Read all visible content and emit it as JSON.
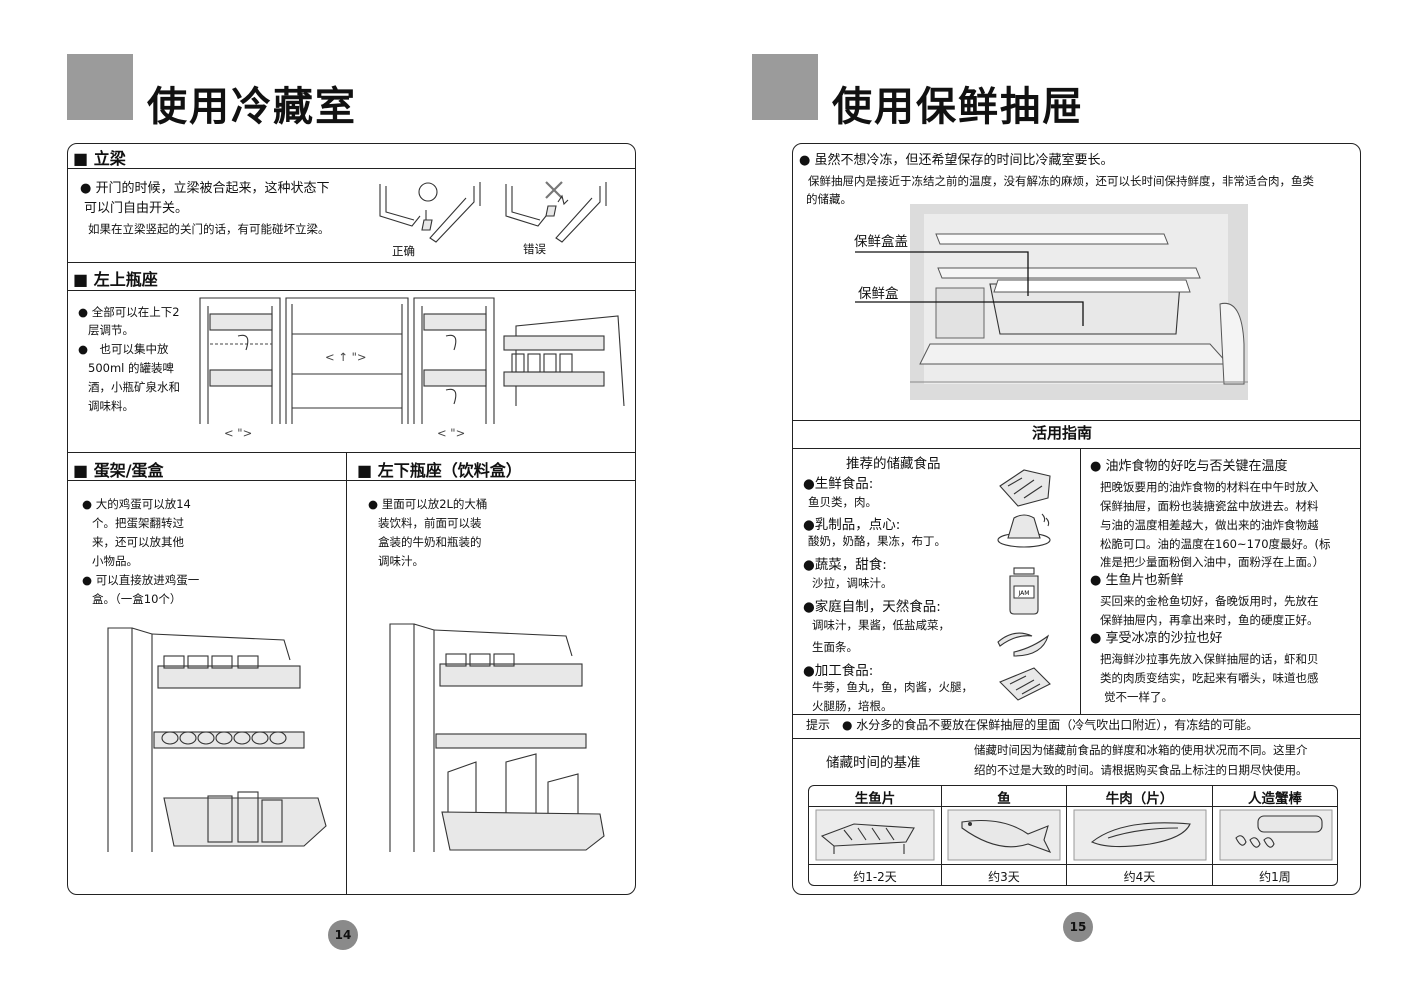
{
  "left_page": {
    "title": "使用冷藏室",
    "page_number": "14",
    "pillar": {
      "heading": "■ 立梁",
      "line1": "● 开门的时候，立梁被合起来，这种状态下",
      "line2": "可以门自由开关。",
      "note": "如果在立梁竖起的关门的话，有可能碰坏立梁。",
      "correct_label": "正确",
      "wrong_label": "错误"
    },
    "upper_pocket": {
      "heading": "■ 左上瓶座",
      "lines": [
        "● 全部可以在上下2",
        "层调节。",
        "●　也可以集中放",
        "500ml 的罐装啤",
        "酒，小瓶矿泉水和",
        "调味料。"
      ],
      "arrow_label_1": "< ↑ \">",
      "arrow_label_2": "< \">",
      "arrow_label_3": "< \">"
    },
    "egg_tray": {
      "heading": "■ 蛋架/蛋盒",
      "lines": [
        "● 大的鸡蛋可以放14",
        "个。把蛋架翻转过",
        "来，还可以放其他",
        "小物品。",
        "● 可以直接放进鸡蛋一",
        "盒。（一盒10个）"
      ]
    },
    "lower_pocket": {
      "heading": "■ 左下瓶座（饮料盒）",
      "lines": [
        "● 里面可以放2L的大桶",
        "装饮料，前面可以装",
        "盒装的牛奶和瓶装的",
        "调味汁。"
      ]
    }
  },
  "right_page": {
    "title": "使用保鲜抽屉",
    "page_number": "15",
    "intro_bullet": "● 虽然不想冷冻，但还希望保存的时间比冷藏室要长。",
    "intro_line1": "保鲜抽屉内是接近于冻结之前的温度，没有解冻的麻烦，还可以长时间保持鲜度，非常适合肉，鱼类",
    "intro_line2": "的储藏。",
    "label_lid": "保鲜盒盖",
    "label_box": "保鲜盒",
    "guide_title": "活用指南",
    "rec_title": "推荐的储藏食品",
    "rec_items": [
      {
        "head": "●生鲜食品:",
        "body": [
          "鱼贝类，肉。"
        ]
      },
      {
        "head": "●乳制品，点心:",
        "body": [
          "酸奶，奶酪，果冻，布丁。"
        ]
      },
      {
        "head": "●蔬菜，甜食:",
        "body": [
          "沙拉，调味汁。"
        ]
      },
      {
        "head": "●家庭自制，天然食品:",
        "body": [
          "调味汁，果酱，低盐咸菜，",
          "生面条。"
        ]
      },
      {
        "head": "●加工食品:",
        "body": [
          "牛蒡，鱼丸，鱼，肉酱，火腿，",
          "火腿肠，培根。"
        ]
      }
    ],
    "jar_label": "JAM",
    "tips": [
      {
        "head": "● 油炸食物的好吃与否关键在温度",
        "body": [
          "把晚饭要用的油炸食物的材料在中午时放入",
          "保鲜抽屉，面粉也装搪瓷盆中放进去。材料",
          "与油的温度相差越大，做出来的油炸食物越",
          "松脆可口。油的温度在160~170度最好。(标",
          "准是把少量面粉倒入油中，面粉浮在上面。）"
        ]
      },
      {
        "head": "● 生鱼片也新鲜",
        "body": [
          "买回来的金枪鱼切好，备晚饭用时，先放在",
          "保鲜抽屉内，再拿出来时，鱼的硬度正好。"
        ]
      },
      {
        "head": "● 享受冰凉的沙拉也好",
        "body": [
          "把海鲜沙拉事先放入保鲜抽屉的话，虾和贝",
          "类的肉质变结实，吃起来有嚼头，味道也感",
          "觉不一样了。"
        ]
      }
    ],
    "hint": "提示　● 水分多的食品不要放在保鲜抽屉的里面（冷气吹出口附近），有冻结的可能。",
    "storage_title": "储藏时间的基准",
    "storage_desc1": "储藏时间因为储藏前食品的鲜度和冰箱的使用状况而不同。这里介",
    "storage_desc2": "绍的不过是大致的时间。请根据购买食品上标注的日期尽快使用。",
    "table": [
      {
        "name": "生鱼片",
        "time": "约1-2天"
      },
      {
        "name": "鱼",
        "time": "约3天"
      },
      {
        "name": "牛肉（片）",
        "time": "约4天"
      },
      {
        "name": "人造蟹棒",
        "time": "约1周"
      }
    ]
  }
}
